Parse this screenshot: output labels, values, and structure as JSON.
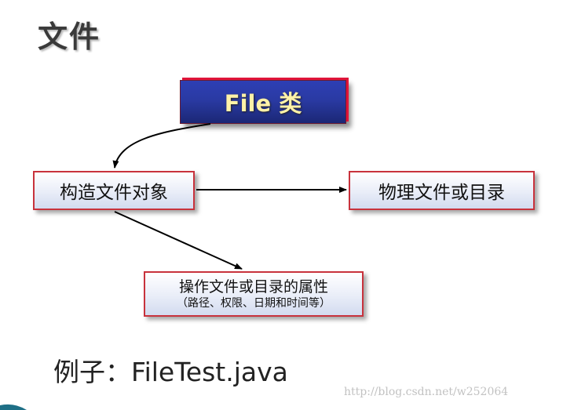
{
  "title": "文件",
  "nodes": {
    "file_class": "File 类",
    "construct": "构造文件对象",
    "physical": "物理文件或目录",
    "operate": "操作文件或目录的属性",
    "operate_sub": "（路径、权限、日期和时间等）"
  },
  "example": "例子：FileTest.java",
  "watermark": "http://blog.csdn.net/w252064",
  "colors": {
    "file_box_fill": "#2a3aa3",
    "file_text": "#fff2a8",
    "box_border": "#c8323c",
    "accent_red": "#e0143a"
  }
}
